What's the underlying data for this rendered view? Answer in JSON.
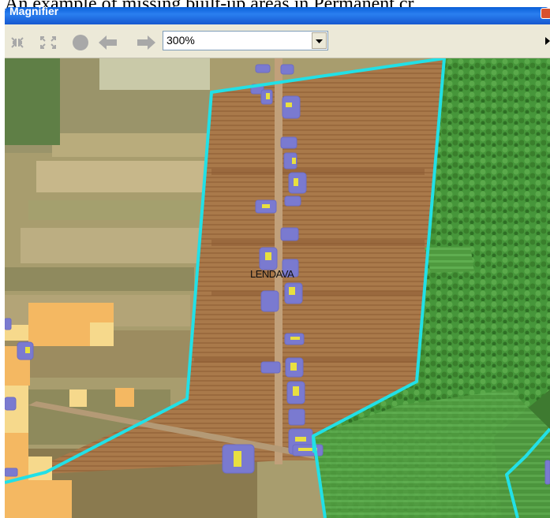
{
  "caption": "An example of missing built-up areas in Permanent cr",
  "window": {
    "title": "Magnifier"
  },
  "toolbar": {
    "zoom_value": "300%",
    "icons": [
      "collapse-icon",
      "expand-icon",
      "record-icon",
      "back-arrow-icon",
      "forward-arrow-icon",
      "chevron-down-icon",
      "scroll-right-icon"
    ]
  },
  "map": {
    "place_label": "LENDAVA",
    "colors": {
      "boundary": "#22e0e6",
      "building": "#7a7ad0",
      "building_fill": "#e8e040",
      "forest": "#3f8f2f",
      "field": "#a9794a",
      "builtup_light": "#f6d98c",
      "builtup_orange": "#f4b862"
    }
  }
}
